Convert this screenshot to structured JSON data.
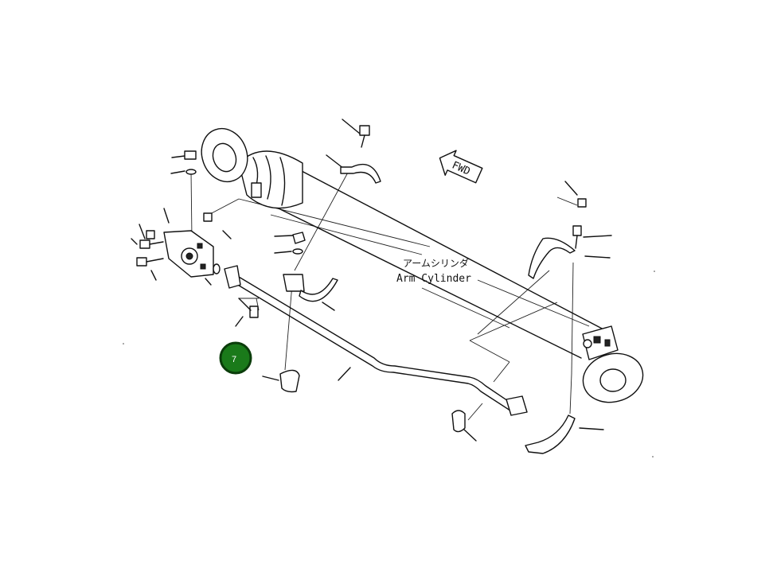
{
  "diagram": {
    "labels": {
      "jp": "アームシリンダ",
      "en": "Arm Cylinder",
      "fwd": "FWD"
    },
    "callouts": [
      {
        "number": "7",
        "color": "#1a7a1a",
        "text_color": "#ffffff",
        "ring_color": "#0b3d0b"
      }
    ]
  }
}
